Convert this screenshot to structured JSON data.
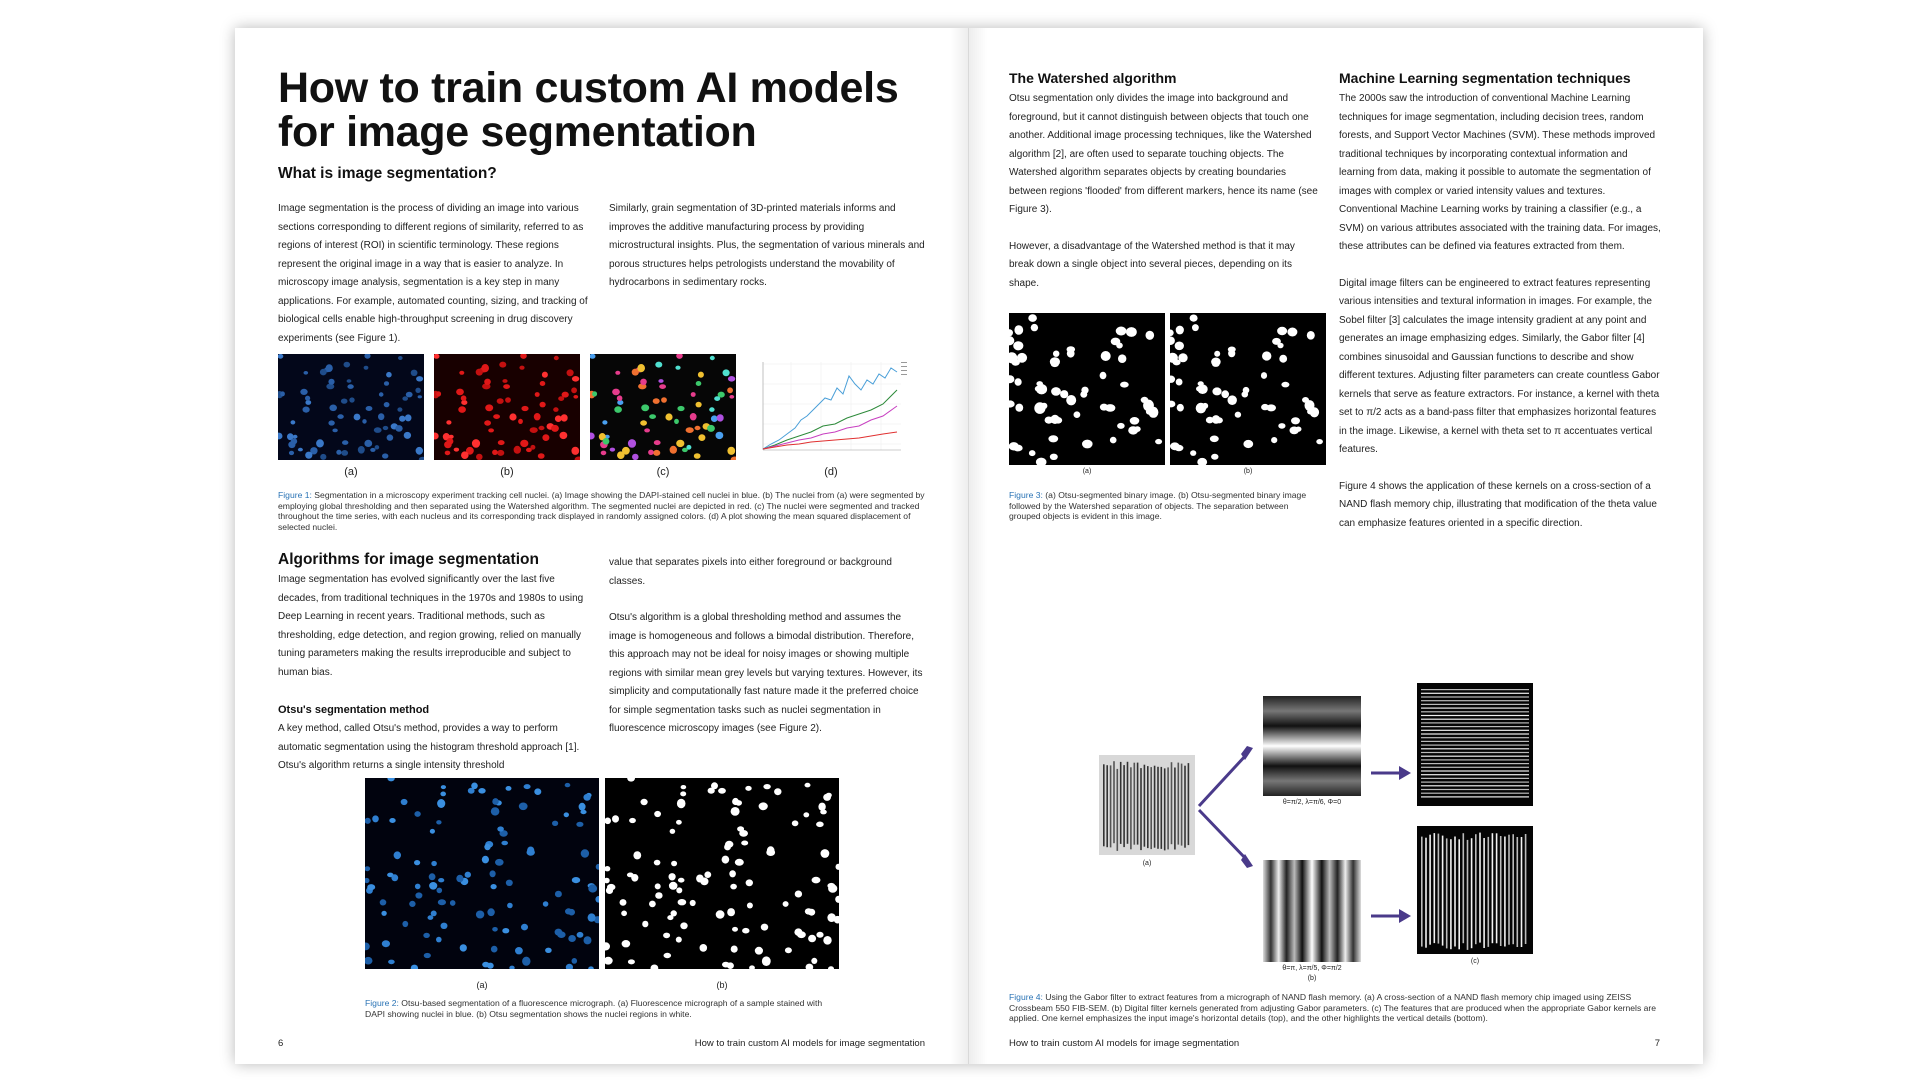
{
  "left_page": {
    "title": "How to train custom AI models for image segmentation",
    "section_what": {
      "heading": "What is image segmentation?",
      "col1": "Image segmentation is the process of dividing an image into various sections corresponding to different regions of similarity, referred to as regions of interest (ROI) in scientific terminology. These regions represent the original image in a way that is easier to analyze. In microscopy image analysis, segmentation is a key step in many applications. For example, automated counting, sizing, and tracking of biological cells enable high-throughput screening in drug discovery experiments (see Figure 1).",
      "col2": "Similarly, grain segmentation of 3D-printed materials informs and improves the additive manufacturing process by providing microstructural insights. Plus, the segmentation of various minerals and porous structures helps petrologists understand the movability of hydrocarbons in sedimentary rocks."
    },
    "figure1": {
      "sub_labels": [
        "(a)",
        "(b)",
        "(c)",
        "(d)"
      ],
      "caption_label": "Figure 1:",
      "caption_text": " Segmentation in a microscopy experiment tracking cell nuclei. (a) Image showing the DAPI-stained cell nuclei in blue. (b) The nuclei from (a) were segmented by employing global thresholding and then separated using the Watershed algorithm. The segmented nuclei are depicted in red. (c) The nuclei were segmented and tracked throughout the time series, with each nucleus and its corresponding track displayed in randomly assigned colors. (d) A plot showing the mean squared displacement of selected nuclei."
    },
    "section_algorithms": {
      "heading": "Algorithms for image segmentation",
      "col1": "Image segmentation has evolved significantly over the last five decades, from traditional techniques in the 1970s and 1980s to using Deep Learning in recent years. Traditional methods, such as thresholding, edge detection, and region growing, relied on manually tuning parameters making the results irreproducible and subject to human bias.",
      "otsu_heading": "Otsu's segmentation method",
      "otsu_text": "A key method, called Otsu's method, provides a way to perform automatic segmentation using the histogram threshold approach [1]. Otsu's algorithm returns a single intensity threshold",
      "col2_p1": "value that separates pixels into either foreground or background classes.",
      "col2_p2": "Otsu's algorithm is a global thresholding method and assumes the image is homogeneous and follows a bimodal distribution. Therefore, this approach may not be ideal for noisy images or showing multiple regions with similar mean grey levels but varying textures. However, its simplicity and computationally fast nature made it the preferred choice for simple segmentation tasks such as nuclei segmentation in fluorescence microscopy images (see Figure 2)."
    },
    "figure2": {
      "sub_labels": [
        "(a)",
        "(b)"
      ],
      "caption_label": "Figure 2:",
      "caption_text": " Otsu-based segmentation of a fluorescence micrograph. (a) Fluorescence micrograph of a sample stained with DAPI showing nuclei in blue. (b) Otsu segmentation shows the nuclei regions in white."
    },
    "footer": {
      "page_number": "6",
      "running_title": "How to train custom AI models for image segmentation"
    }
  },
  "right_page": {
    "section_watershed": {
      "heading": "The Watershed algorithm",
      "p1": "Otsu segmentation only divides the image into background and foreground, but it cannot distinguish between objects that touch one another. Additional image processing techniques, like the Watershed algorithm [2], are often used to separate touching objects. The Watershed algorithm separates objects by creating boundaries between regions 'flooded' from different markers, hence its name (see Figure 3).",
      "p2": "However, a disadvantage of the Watershed method is that it may break down a single object into several pieces, depending on its shape."
    },
    "figure3": {
      "sub_labels": [
        "(a)",
        "(b)"
      ],
      "caption_label": "Figure 3:",
      "caption_text": " (a) Otsu-segmented binary image. (b) Otsu-segmented binary image followed by the Watershed separation of objects. The separation between grouped objects is evident in this image."
    },
    "section_ml": {
      "heading": "Machine Learning segmentation techniques",
      "p1": "The 2000s saw the introduction of conventional Machine Learning techniques for image segmentation, including decision trees, random forests, and Support Vector Machines (SVM). These methods improved traditional techniques by incorporating contextual information and learning from data, making it possible to automate the segmentation of images with complex or varied intensity values and textures. Conventional Machine Learning works by training a classifier (e.g., a SVM) on various attributes associated with the training data. For images, these attributes can be defined via features extracted from them.",
      "p2": "Digital image filters can be engineered to extract features representing various intensities and textural information in images. For example, the Sobel filter [3] calculates the image intensity gradient at any point and generates an image emphasizing edges. Similarly, the Gabor filter [4] combines sinusoidal and Gaussian functions to describe and show different textures. Adjusting filter parameters can create countless Gabor kernels that serve as feature extractors. For instance, a kernel with theta set to π/2 acts as a band-pass filter that emphasizes horizontal features in the image. Likewise, a kernel with theta set to π accentuates vertical features.",
      "p3": "Figure 4 shows the application of these kernels on a cross-section of a NAND flash memory chip, illustrating that modification of the theta value can emphasize features oriented in a specific direction."
    },
    "figure4": {
      "kernel_top_label": "θ=π/2, λ=π/6, Φ=0",
      "kernel_bottom_label": "θ=π, λ=π/5, Φ=π/2",
      "sub_labels": [
        "(a)",
        "(b)",
        "(c)"
      ],
      "caption_label": "Figure 4:",
      "caption_text": " Using the Gabor filter to extract features from a micrograph of NAND flash memory. (a) A cross-section of a NAND flash memory chip imaged using ZEISS Crossbeam 550 FIB-SEM. (b) Digital filter kernels generated from adjusting Gabor parameters. (c) The features that are produced when the appropriate Gabor kernels are applied. One kernel emphasizes the input image's horizontal details (top), and the other highlights the vertical details (bottom)."
    },
    "footer": {
      "page_number": "7",
      "running_title": "How to train custom AI models for image segmentation"
    }
  },
  "colors": {
    "figure_label": "#2a73b5",
    "nuclei_blue": "#2f7fd0",
    "nuclei_red": "#e01818"
  }
}
